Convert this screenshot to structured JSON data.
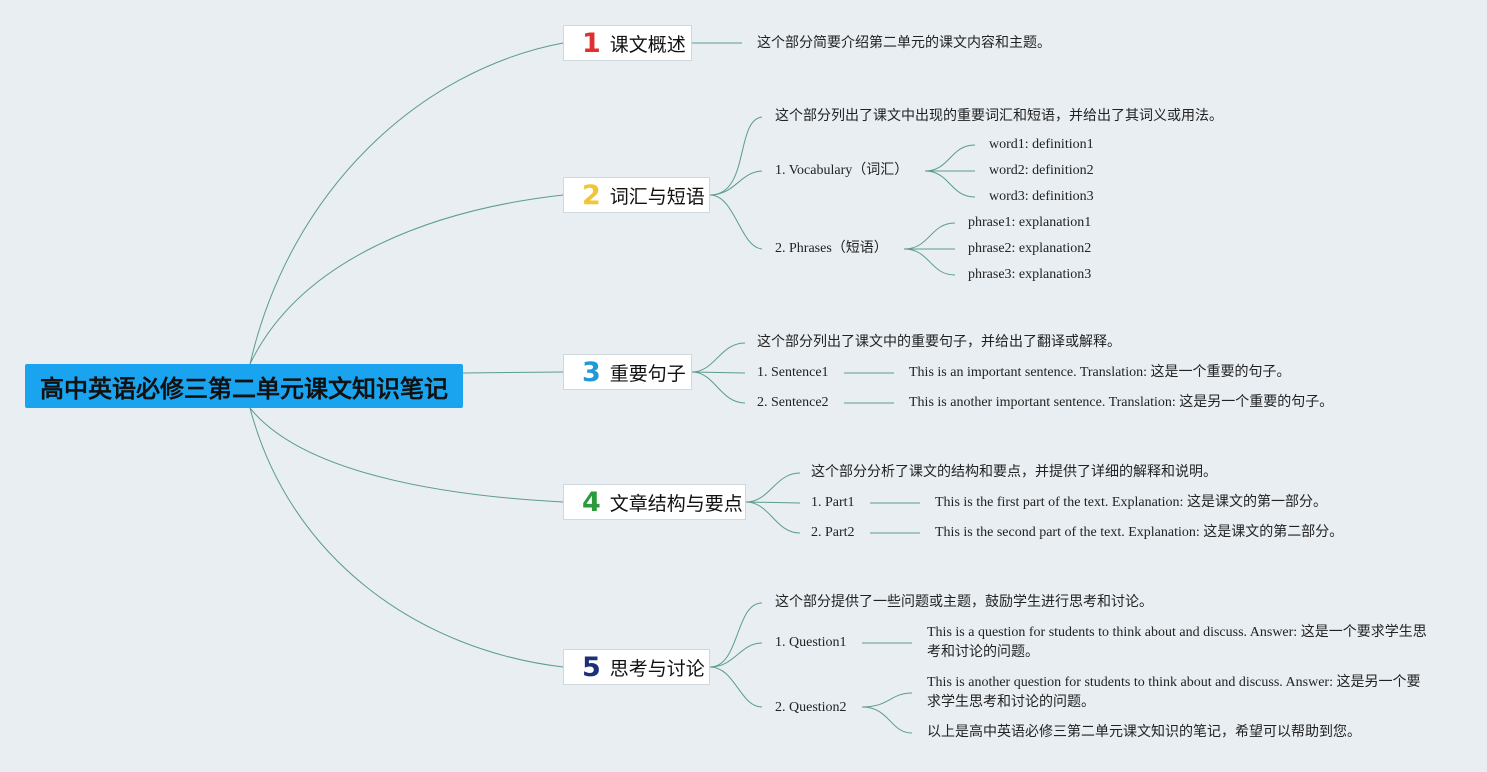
{
  "root": {
    "title": "高中英语必修三第二单元课文知识笔记"
  },
  "colors": {
    "root_bg": "#1aa3ee",
    "line": "#5b9c8e",
    "num1": "#e0302e",
    "num2": "#f2c535",
    "num3": "#1e9ad6",
    "num4": "#2a9a3a",
    "num5": "#1e2f7a"
  },
  "branches": [
    {
      "num": "1",
      "label": "课文概述",
      "desc": "这个部分简要介绍第二单元的课文内容和主题。"
    },
    {
      "num": "2",
      "label": "词汇与短语",
      "desc": "这个部分列出了课文中出现的重要词汇和短语，并给出了其词义或用法。",
      "vocab": {
        "label": "1. Vocabulary（词汇）",
        "items": [
          "word1: definition1",
          "word2: definition2",
          "word3: definition3"
        ]
      },
      "phrases": {
        "label": "2. Phrases（短语）",
        "items": [
          "phrase1: explanation1",
          "phrase2: explanation2",
          "phrase3: explanation3"
        ]
      }
    },
    {
      "num": "3",
      "label": "重要句子",
      "desc": "这个部分列出了课文中的重要句子，并给出了翻译或解释。",
      "items": [
        {
          "label": "1. Sentence1",
          "text": "This is an important sentence. Translation: 这是一个重要的句子。"
        },
        {
          "label": "2. Sentence2",
          "text": "This is another important sentence. Translation: 这是另一个重要的句子。"
        }
      ]
    },
    {
      "num": "4",
      "label": "文章结构与要点",
      "desc": "这个部分分析了课文的结构和要点，并提供了详细的解释和说明。",
      "items": [
        {
          "label": "1. Part1",
          "text": "This is the first part of the text. Explanation: 这是课文的第一部分。"
        },
        {
          "label": "2. Part2",
          "text": "This is the second part of the text. Explanation: 这是课文的第二部分。"
        }
      ]
    },
    {
      "num": "5",
      "label": "思考与讨论",
      "desc": "这个部分提供了一些问题或主题，鼓励学生进行思考和讨论。",
      "q1": {
        "label": "1. Question1",
        "text": "This is a question for students to think about and discuss. Answer: 这是一个要求学生思考和讨论的问题。"
      },
      "q2": {
        "label": "2. Question2",
        "text": "This is another question for students to think about and discuss. Answer: 这是另一个要求学生思考和讨论的问题。",
        "closing": "以上是高中英语必修三第二单元课文知识的笔记，希望可以帮助到您。"
      }
    }
  ]
}
